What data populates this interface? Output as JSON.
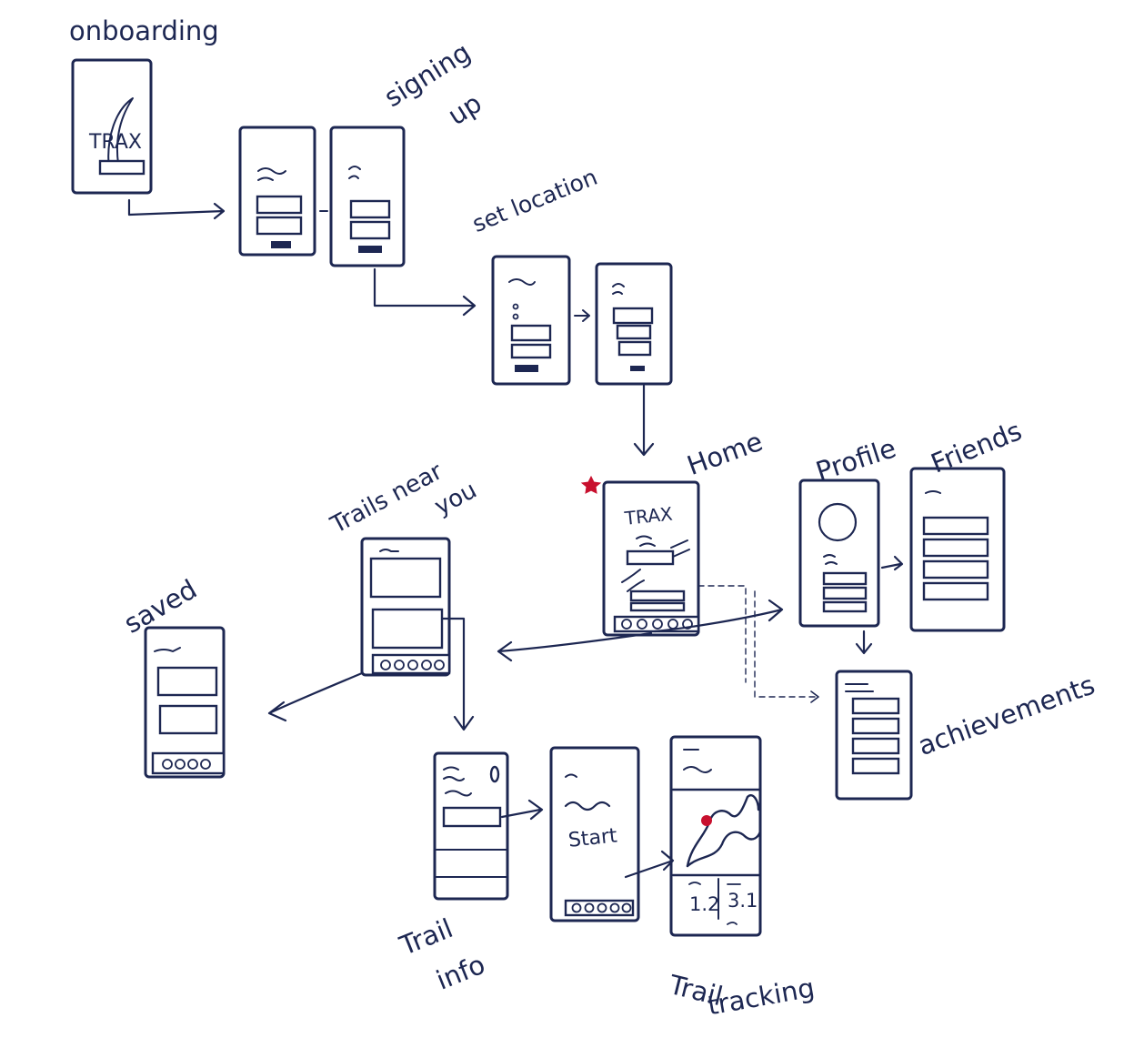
{
  "colors": {
    "ink": "#1d2752",
    "accent": "#c8102e",
    "paper": "#ffffff"
  },
  "labels": {
    "onboarding": "onboarding",
    "signing_up": [
      "signing",
      "up"
    ],
    "set_location": "set location",
    "home": "Home",
    "profile": "Profile",
    "friends": "Friends",
    "achievements": "achievements",
    "trails_near_you": [
      "Trails near",
      "you"
    ],
    "saved": "saved",
    "trail_info": [
      "Trail",
      "info"
    ],
    "trail_tracking": [
      "Trail",
      "tracking"
    ]
  },
  "screen_text": {
    "onboarding_logo": "TRAX",
    "home_logo": "TRAX",
    "start": "Start",
    "distance_left": "1.2",
    "distance_right": "3.1"
  }
}
